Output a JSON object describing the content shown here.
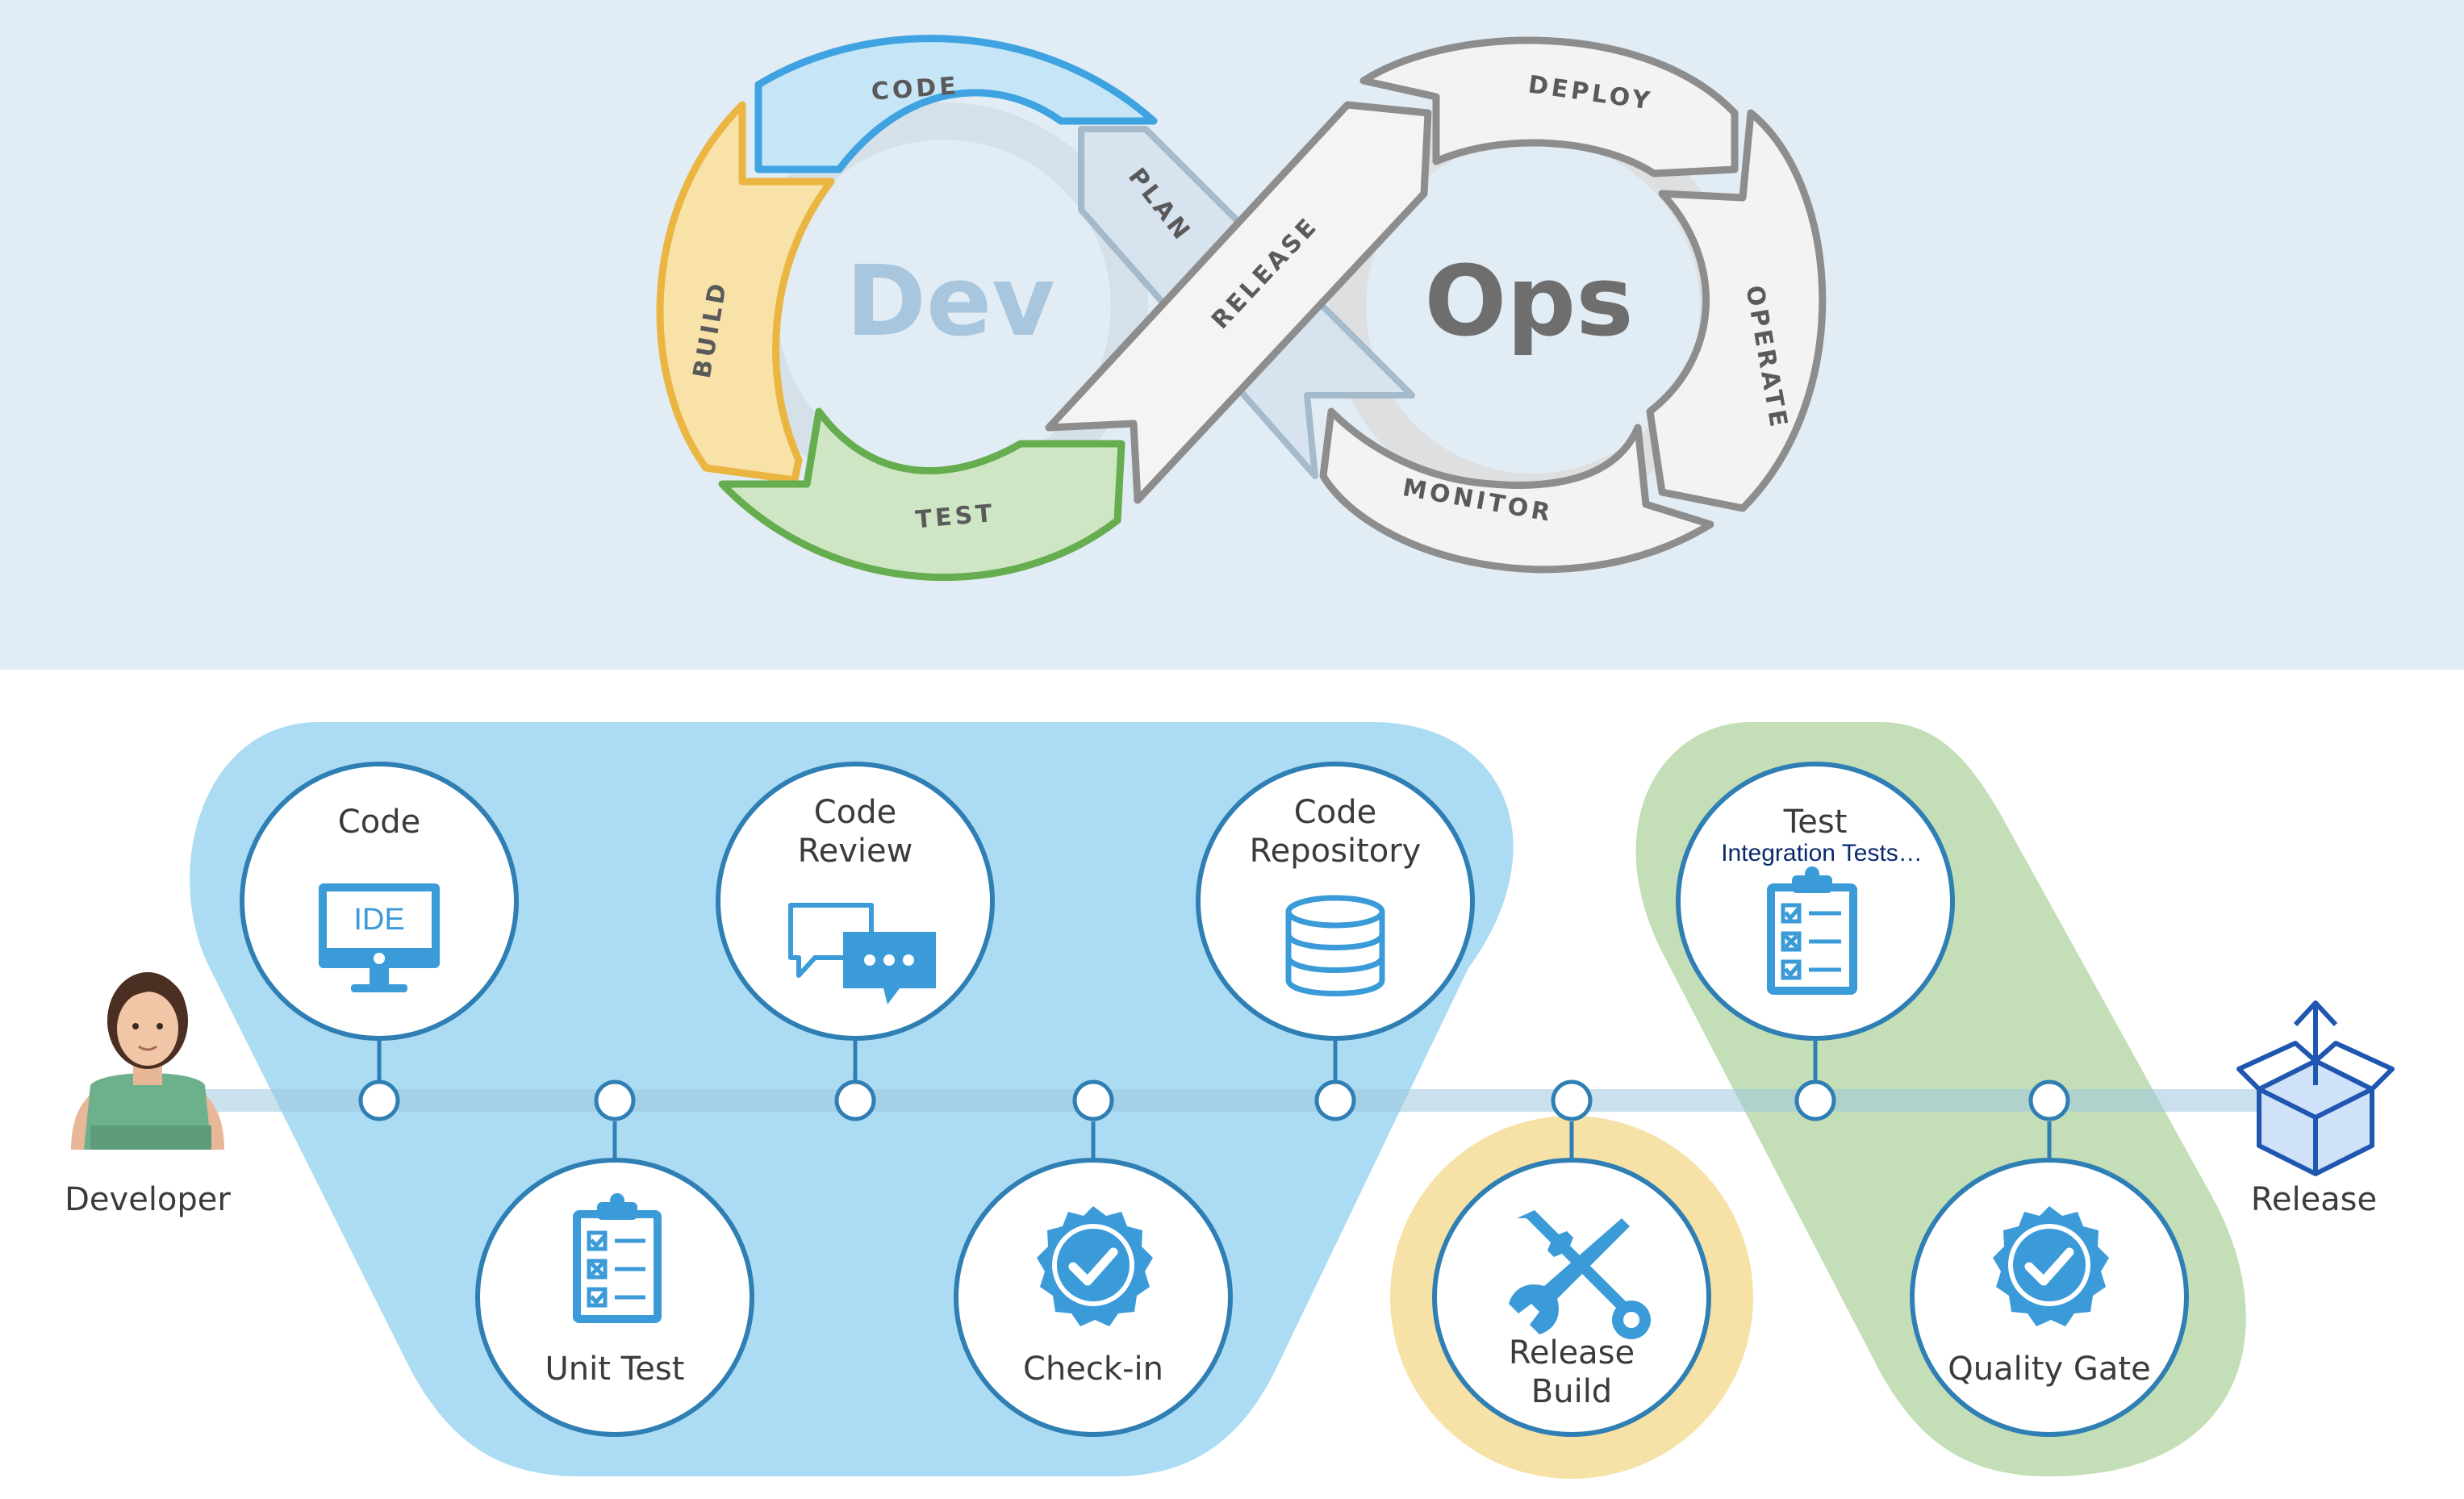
{
  "infinity_loop": {
    "dev_word": "Dev",
    "ops_word": "Ops",
    "segments": {
      "code": "CODE",
      "plan": "PLAN",
      "build": "BUILD",
      "test": "TEST",
      "release": "RELEASE",
      "deploy": "DEPLOY",
      "operate": "OPERATE",
      "monitor": "MONITOR"
    }
  },
  "pipeline": {
    "developer_label": "Developer",
    "release_label": "Release",
    "nodes": {
      "code": {
        "title": "Code",
        "icon_text": "IDE"
      },
      "unit_test": {
        "title": "Unit Test"
      },
      "code_review": {
        "line1": "Code",
        "line2": "Review"
      },
      "check_in": {
        "title": "Check-in"
      },
      "code_repository": {
        "line1": "Code",
        "line2": "Repository"
      },
      "release_build": {
        "line1": "Release",
        "line2": "Build"
      },
      "test": {
        "title": "Test",
        "subtitle": "Integration Tests…"
      },
      "quality_gate": {
        "title": "Quality Gate"
      }
    }
  },
  "colors": {
    "code_blue": "#4aa8de",
    "build_yellow": "#e9b94a",
    "test_green": "#6cae58",
    "ops_gray": "#8a8a8a",
    "group_blue": "#acdcf3",
    "group_green": "#c4dfb7",
    "group_yellow": "#f6e1a6",
    "circle_ring": "#2f7fb4",
    "icon_blue": "#3b9bd8"
  }
}
